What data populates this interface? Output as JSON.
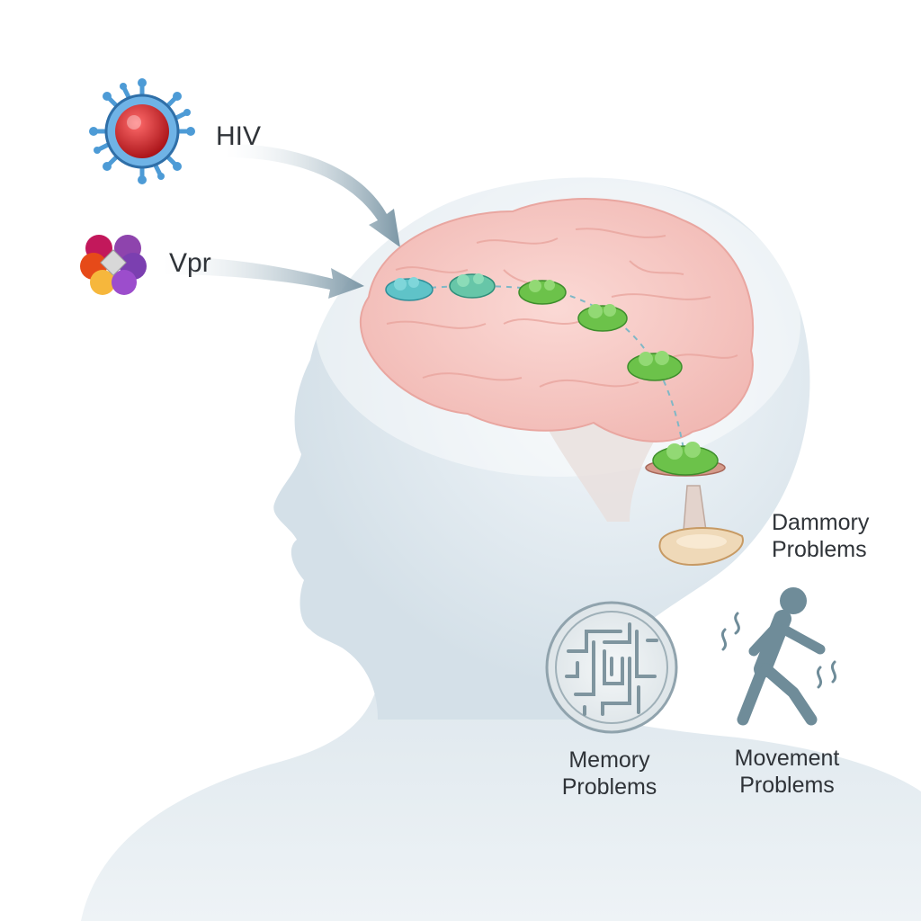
{
  "labels": {
    "hiv": "HIV",
    "vpr": "Vpr",
    "dammory_line1": "Dammory",
    "dammory_line2": "Problems",
    "memory_line1": "Memory",
    "memory_line2": "Problems",
    "movement_line1": "Movement",
    "movement_line2": "Problems"
  },
  "icons": {
    "virus": "hiv-virus-icon",
    "vpr": "vpr-protein-icon",
    "memory": "maze-memory-icon",
    "movement": "walking-person-icon"
  },
  "colors": {
    "head": "#dde7ee",
    "brain": "#f6c8c4",
    "clump_teal": "#5fc3c8",
    "clump_green": "#6cc24a",
    "virus_red": "#d12a2a",
    "virus_blue": "#4d9bd6",
    "figure": "#6f8c99",
    "text": "#2f3338"
  }
}
